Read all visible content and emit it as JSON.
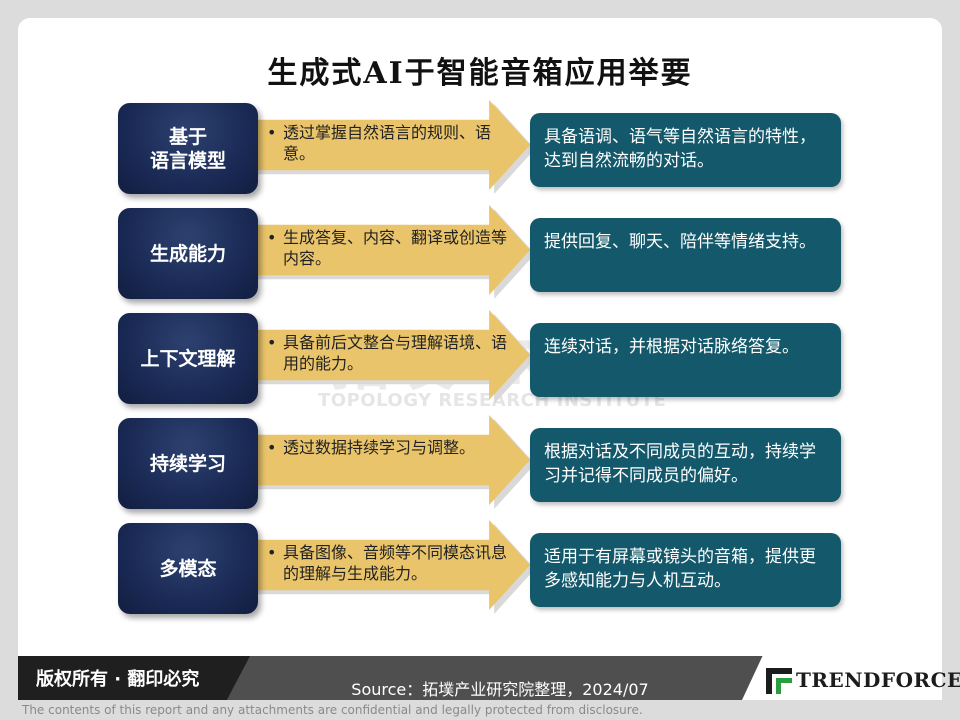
{
  "title": "生成式AI于智能音箱应用举要",
  "bullet_symbol": "•",
  "rows": [
    {
      "category": "基于\n语言模型",
      "method": "透过掌握自然语言的规则、语意。",
      "effect": "具备语调、语气等自然语言的特性，达到自然流畅的对话。"
    },
    {
      "category": "生成能力",
      "method": "生成答复、内容、翻译或创造等内容。",
      "effect": "提供回复、聊天、陪伴等情绪支持。"
    },
    {
      "category": "上下文理解",
      "method": "具备前后文整合与理解语境、语用的能力。",
      "effect": "连续对话，并根据对话脉络答复。"
    },
    {
      "category": "持续学习",
      "method": "透过数据持续学习与调整。",
      "effect": "根据对话及不同成员的互动，持续学习并记得不同成员的偏好。"
    },
    {
      "category": "多模态",
      "method": "具备图像、音频等不同模态讯息的理解与生成能力。",
      "effect": "适用于有屏幕或镜头的音箱，提供更多感知能力与人机互动。"
    }
  ],
  "watermark": {
    "logo": "拓墣TRi",
    "text": "TOPOLOGY RESEARCH INSTITUTE"
  },
  "footer": {
    "copyright": "版权所有 · 翻印必究",
    "source": "Source：拓墣产业研究院整理，2024/07",
    "brand": "TRENDFORCE"
  },
  "disclaimer": "The contents of this report and any attachments are confidential and legally protected from disclosure.",
  "colors": {
    "category_bg": "#1a2a55",
    "arrow": "#e9c46a",
    "effect_bg": "#14596b",
    "footer_dark": "#1f1f1f",
    "footer_mid": "#4f4f4f"
  }
}
